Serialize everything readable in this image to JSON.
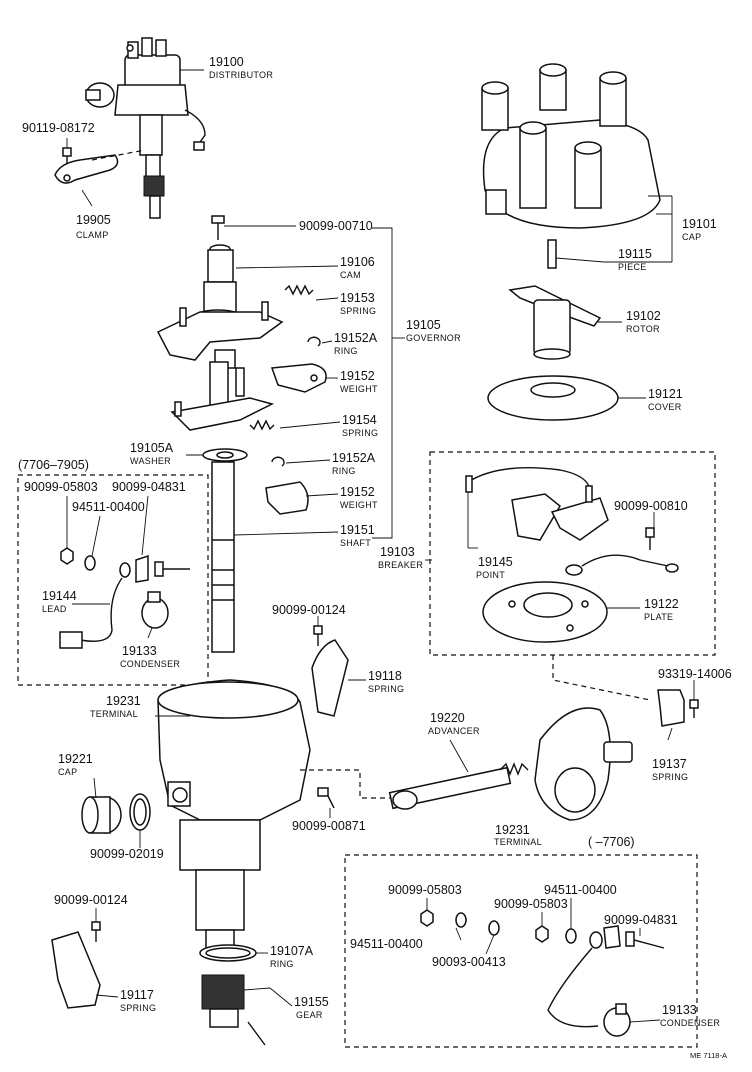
{
  "parts": {
    "p19100": {
      "num": "19100",
      "name": "DISTRIBUTOR"
    },
    "p90119": {
      "num": "90119-08172"
    },
    "p19905": {
      "num": "19905",
      "name": "CLAMP"
    },
    "p90099_00710": {
      "num": "90099-00710"
    },
    "p19106": {
      "num": "19106",
      "name": "CAM"
    },
    "p19153": {
      "num": "19153",
      "name": "SPRING"
    },
    "p19152A_1": {
      "num": "19152A",
      "name": "RING"
    },
    "p19105": {
      "num": "19105",
      "name": "GOVERNOR"
    },
    "p19152_1": {
      "num": "19152",
      "name": "WEIGHT"
    },
    "p19154": {
      "num": "19154",
      "name": "SPRING"
    },
    "p19105A": {
      "num": "19105A",
      "name": "WASHER"
    },
    "p19152A_2": {
      "num": "19152A",
      "name": "RING"
    },
    "p19152_2": {
      "num": "19152",
      "name": "WEIGHT"
    },
    "p19151": {
      "num": "19151",
      "name": "SHAFT"
    },
    "p19103": {
      "num": "19103",
      "name": "BREAKER"
    },
    "p19101": {
      "num": "19101",
      "name": "CAP"
    },
    "p19115": {
      "num": "19115",
      "name": "PIECE"
    },
    "p19102": {
      "num": "19102",
      "name": "ROTOR"
    },
    "p19121": {
      "num": "19121",
      "name": "COVER"
    },
    "p90099_00810": {
      "num": "90099-00810"
    },
    "p19145": {
      "num": "19145",
      "name": "POINT"
    },
    "p19122": {
      "num": "19122",
      "name": "PLATE"
    },
    "p93319": {
      "num": "93319-14006"
    },
    "p19137": {
      "num": "19137",
      "name": "SPRING"
    },
    "g1_range": "(7706–7905)",
    "g1_05803": {
      "num": "90099-05803"
    },
    "g1_04831": {
      "num": "90099-04831"
    },
    "g1_94511": {
      "num": "94511-00400"
    },
    "p19144": {
      "num": "19144",
      "name": "LEAD"
    },
    "g1_19133": {
      "num": "19133",
      "name": "CONDENSER"
    },
    "p90099_00124a": {
      "num": "90099-00124"
    },
    "p19118": {
      "num": "19118",
      "name": "SPRING"
    },
    "p19231a": {
      "num": "19231",
      "name": "TERMINAL"
    },
    "p19220": {
      "num": "19220",
      "name": "ADVANCER"
    },
    "p19221": {
      "num": "19221",
      "name": "CAP"
    },
    "p90099_00871": {
      "num": "90099-00871"
    },
    "p90099_02019": {
      "num": "90099-02019"
    },
    "p19231b": {
      "num": "19231",
      "name": "TERMINAL"
    },
    "g2_range": "(          –7706)",
    "g2_05803a": {
      "num": "90099-05803"
    },
    "g2_94511a": {
      "num": "94511-00400"
    },
    "g2_05803b": {
      "num": "90099-05803"
    },
    "g2_94511b": {
      "num": "94511-00400"
    },
    "g2_04831": {
      "num": "90099-04831"
    },
    "g2_00413": {
      "num": "90093-00413"
    },
    "p90099_00124b": {
      "num": "90099-00124"
    },
    "p19107A": {
      "num": "19107A",
      "name": "RING"
    },
    "p19117": {
      "num": "19117",
      "name": "SPRING"
    },
    "p19155": {
      "num": "19155",
      "name": "GEAR"
    },
    "g2_19133": {
      "num": "19133",
      "name": "CONDENSER"
    }
  },
  "diagram_code": "ME 7118-A"
}
